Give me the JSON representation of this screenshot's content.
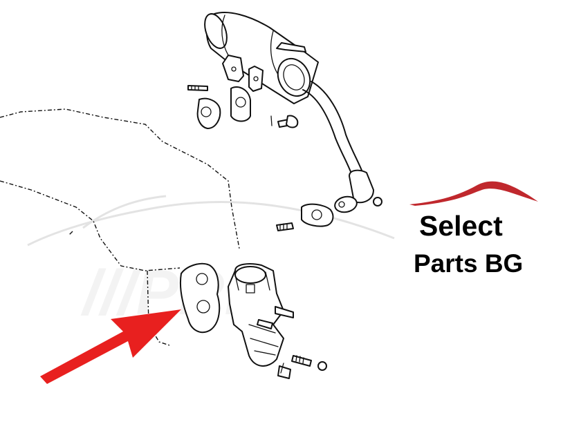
{
  "logo": {
    "line1": "Select",
    "line2": "Parts BG",
    "accent_color": "#c0282d"
  },
  "arrow": {
    "color": "#e8201f",
    "points_to": "egr-valve-gasket"
  },
  "colors": {
    "line_art": "#111111",
    "background": "#ffffff",
    "watermark": "#e3e3e3"
  }
}
